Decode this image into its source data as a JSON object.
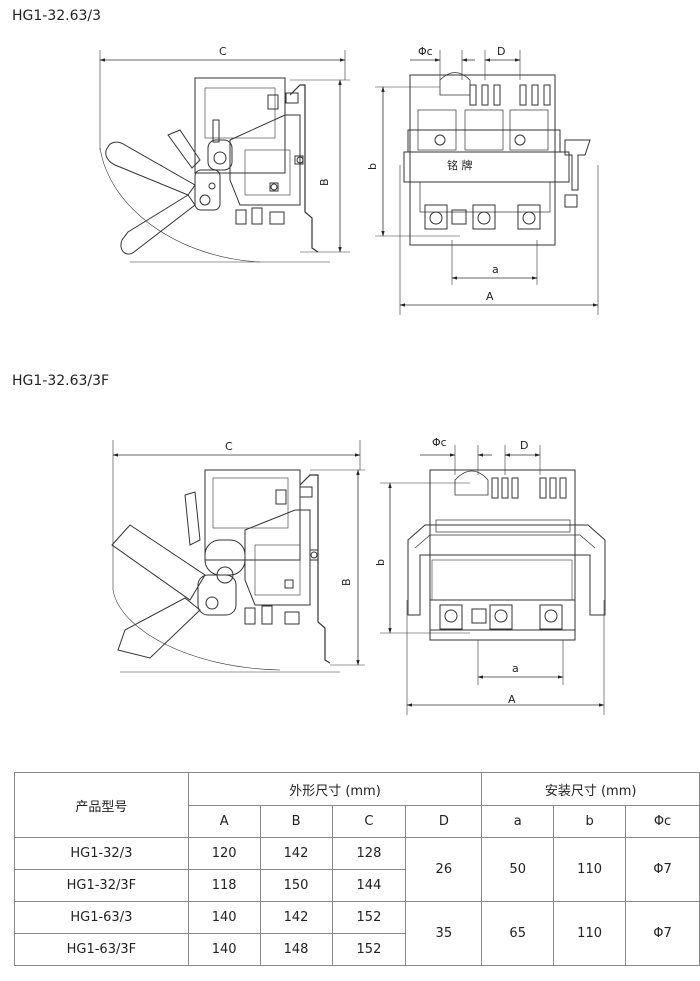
{
  "diagram1": {
    "title": "HG1-32.63/3",
    "side_labels": {
      "C": "C",
      "B": "B"
    },
    "front_labels": {
      "phi_c": "Φc",
      "D": "D",
      "b": "b",
      "a": "a",
      "A": "A",
      "nameplate": "铭 牌"
    }
  },
  "diagram2": {
    "title": "HG1-32.63/3F",
    "side_labels": {
      "C": "C",
      "B": "B"
    },
    "front_labels": {
      "phi_c": "Φc",
      "D": "D",
      "b": "b",
      "a": "a",
      "A": "A"
    }
  },
  "table": {
    "model_header": "产品型号",
    "outer_header": "外形尺寸 (mm)",
    "mount_header": "安装尺寸 (mm)",
    "columns": [
      "A",
      "B",
      "C",
      "D",
      "a",
      "b",
      "Φc"
    ],
    "rows": [
      {
        "model": "HG1-32/3",
        "A": "120",
        "B": "142",
        "C": "128"
      },
      {
        "model": "HG1-32/3F",
        "A": "118",
        "B": "150",
        "C": "144"
      },
      {
        "model": "HG1-63/3",
        "A": "140",
        "B": "142",
        "C": "152"
      },
      {
        "model": "HG1-63/3F",
        "A": "140",
        "B": "148",
        "C": "152"
      }
    ],
    "groups": [
      {
        "D": "26",
        "a": "50",
        "b": "110",
        "phi_c": "Φ7"
      },
      {
        "D": "35",
        "a": "65",
        "b": "110",
        "phi_c": "Φ7"
      }
    ]
  }
}
